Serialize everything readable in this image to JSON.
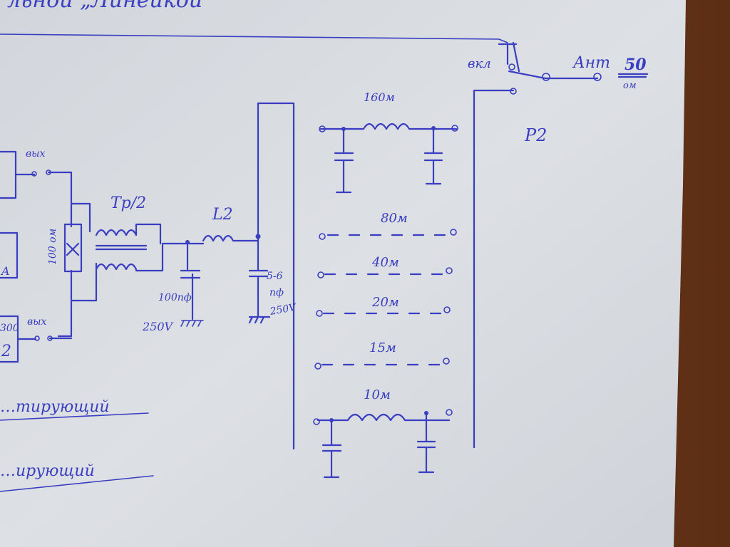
{
  "title_fragment": "льной „Линейкой\"",
  "labels": {
    "out_top": "вых",
    "out_bottom": "вых",
    "block_bottom": "300",
    "block_bottom_num": "2",
    "block_mid": "A",
    "resistor": "100 ом",
    "transformer": "Тр/2",
    "inductor": "L2",
    "cap1_value": "100пф",
    "cap1_voltage": "250V",
    "cap2_value": "5-6",
    "cap2_unit": "пф",
    "cap2_voltage": "250V",
    "switch_in": "вкл",
    "antenna": "Ант",
    "impedance_value": "50",
    "impedance_unit": "ом",
    "switch_name": "P2",
    "note1": "…тирующий",
    "note2": "…ирующий"
  },
  "bands": [
    "160м",
    "80м",
    "40м",
    "20м",
    "15м",
    "10м"
  ],
  "colors": {
    "ink": "#3a3ec0",
    "paper": "#dcdfe3",
    "wood": "#6b3a1e"
  }
}
